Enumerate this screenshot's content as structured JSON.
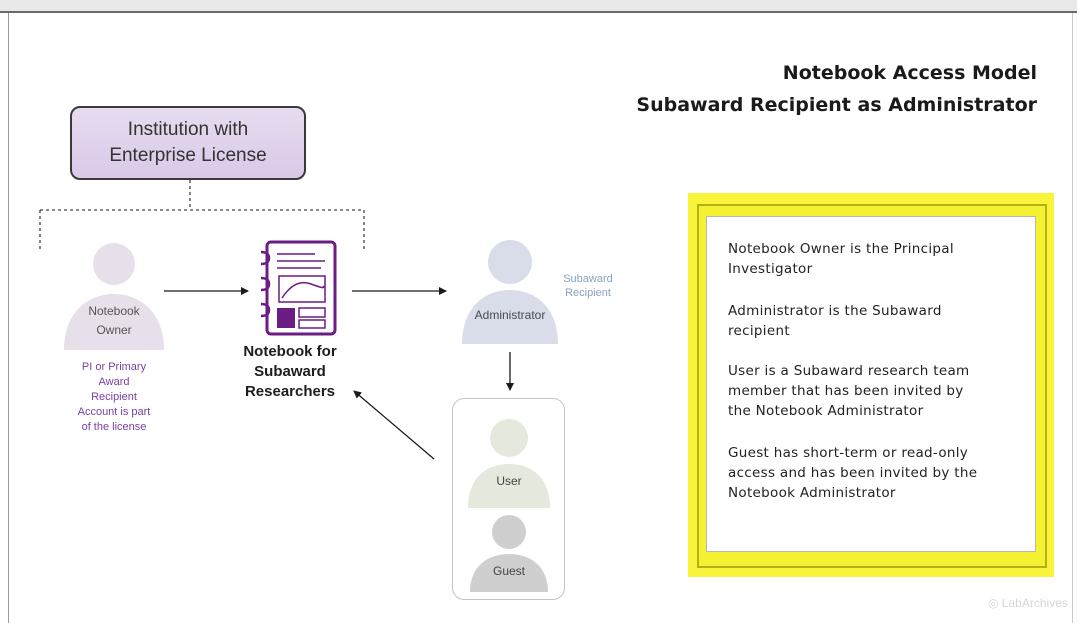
{
  "title": {
    "line1": "Notebook Access Model",
    "line2": "Subaward Recipient as Administrator"
  },
  "institution_box": {
    "line1": "Institution with",
    "line2": "Enterprise License"
  },
  "roles": {
    "notebook_owner": {
      "line1": "Notebook",
      "line2": "Owner"
    },
    "administrator": "Administrator",
    "user": "User",
    "guest": "Guest"
  },
  "owner_note": [
    "PI or Primary",
    "Award",
    "Recipient",
    "Account is part",
    "of the license"
  ],
  "subaward_label": [
    "Subaward",
    "Recipient"
  ],
  "notebook_caption": [
    "Notebook for",
    "Subaward",
    "Researchers"
  ],
  "notes": [
    [
      "Notebook Owner is the Principal",
      "Investigator"
    ],
    [
      "Administrator is the Subaward",
      "recipient"
    ],
    [
      "User is a Subaward research team",
      "member that has been invited by",
      "the Notebook Administrator"
    ],
    [
      "Guest has short-term or read-only",
      "access and has been invited by the",
      "Notebook Administrator"
    ]
  ],
  "watermark": "LabArchives",
  "colors": {
    "institution_fill": "#ddd0ea",
    "owner_avatar": "#e7dfe9",
    "admin_avatar": "#d8dde9",
    "user_avatar": "#e5e8dd",
    "guest_avatar": "#cfcfcf",
    "notebook_icon": "#6b1d83",
    "highlight": "#f7f43a",
    "owner_note_text": "#7a3fa0",
    "subaward_text": "#8aa2bd"
  }
}
